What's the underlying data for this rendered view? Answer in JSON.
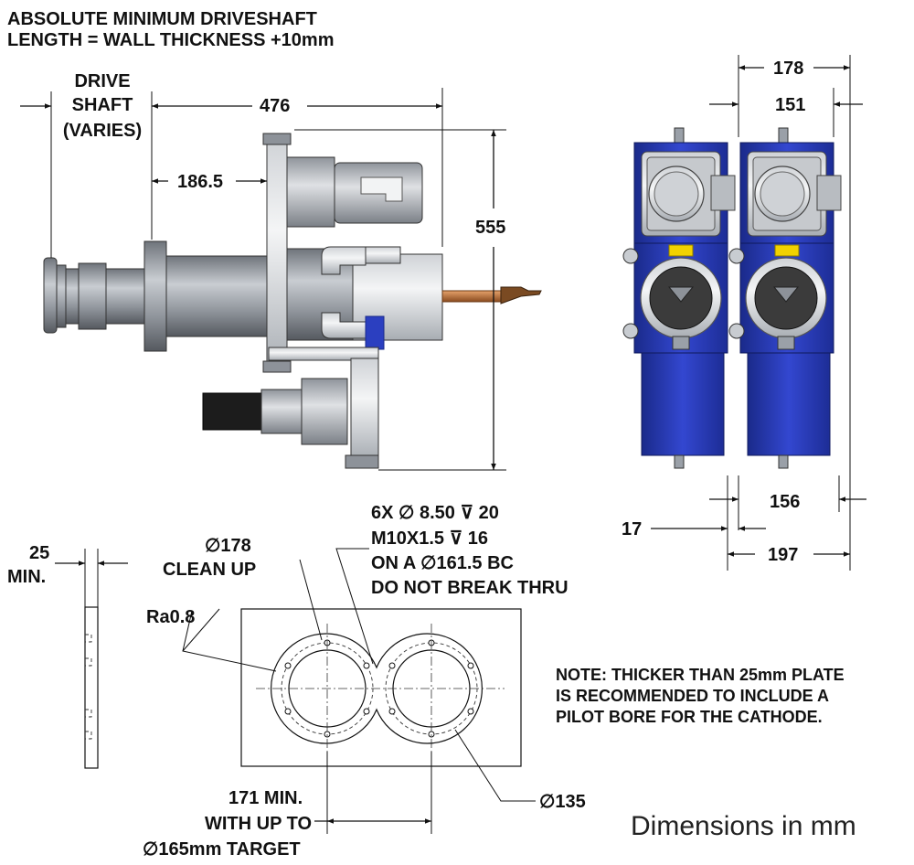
{
  "header": {
    "line1": "ABSOLUTE MINIMUM DRIVESHAFT",
    "line2": "LENGTH = WALL THICKNESS +10mm"
  },
  "side_view": {
    "drive_shaft_l1": "DRIVE",
    "drive_shaft_l2": "SHAFT",
    "drive_shaft_l3": "(VARIES)",
    "dim_476": "476",
    "dim_186_5": "186.5",
    "dim_555": "555"
  },
  "front_view": {
    "dim_178": "178",
    "dim_151": "151",
    "dim_156": "156",
    "dim_17": "17",
    "dim_197": "197"
  },
  "plate_view": {
    "dim_25_l1": "25",
    "dim_25_l2": "MIN.",
    "diam_178": "∅178",
    "clean_up": "CLEAN UP",
    "ra": "Ra0.8",
    "hole_note_1": "6X ∅ 8.50 ⊽ 20",
    "hole_note_2": "M10X1.5 ⊽ 16",
    "hole_note_3": "ON A ∅161.5 BC",
    "hole_note_4": "DO NOT BREAK THRU",
    "diam_135": "∅135",
    "min_171_l1": "171 MIN.",
    "min_171_l2": "WITH UP TO",
    "min_171_l3": "∅165mm TARGET"
  },
  "note": {
    "line1": "NOTE:  THICKER THAN 25mm PLATE",
    "line2": "IS RECOMMENDED TO INCLUDE A",
    "line3": "PILOT BORE FOR THE CATHODE."
  },
  "footer": {
    "units": "Dimensions in mm"
  },
  "colors": {
    "blue_body": "#2b3fc0",
    "blue_dark": "#1a2a8a",
    "grey_metal": "#9aa0a8",
    "grey_dark": "#5e636b",
    "copper": "#c8783a",
    "yellow": "#f2d200"
  }
}
